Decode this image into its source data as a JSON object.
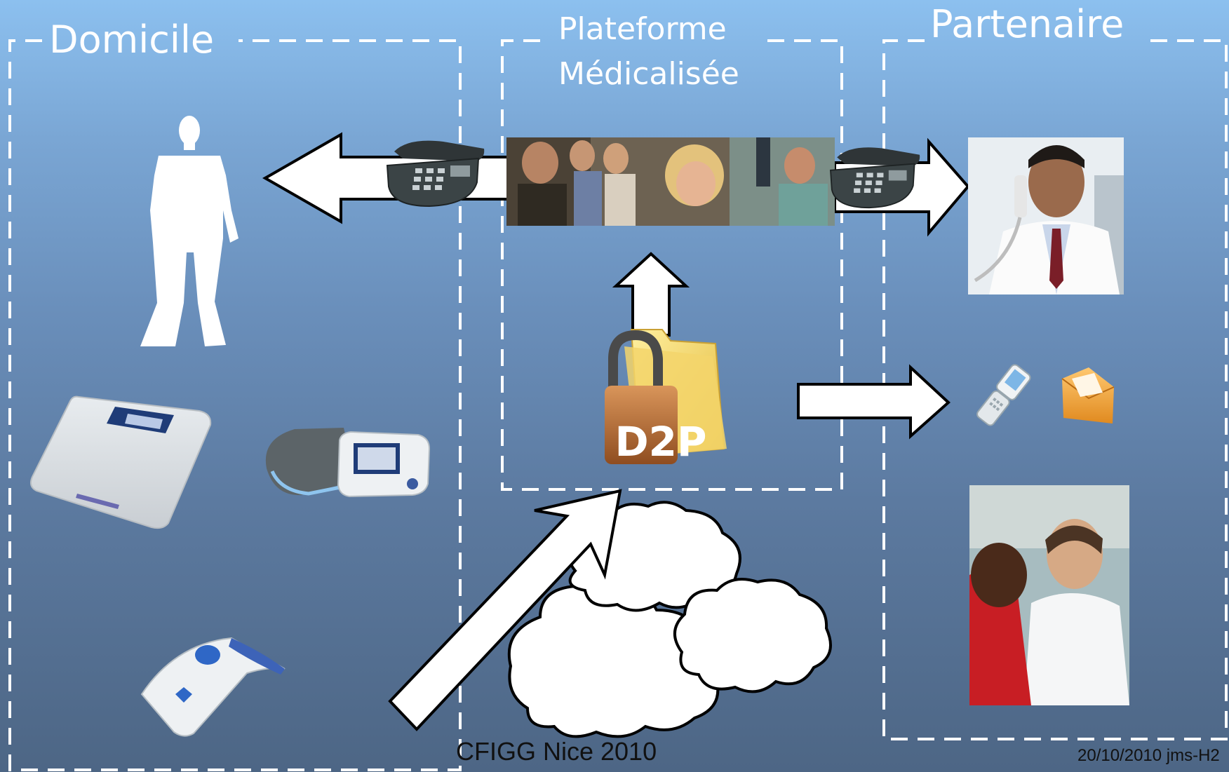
{
  "zones": {
    "domicile": {
      "title": "Domicile"
    },
    "plateforme": {
      "title_line1": "Plateforme",
      "title_line2": "Médicalisée"
    },
    "partenaire": {
      "title": "Partenaire"
    }
  },
  "folder_label": "D2P",
  "footer": {
    "event": "CFIGG Nice 2010",
    "date": "20/10/2010 jms-H2"
  },
  "icons": [
    "person-silhouette-icon",
    "phone-icon",
    "call-center-photo",
    "doctor-photo",
    "secure-folder-icon",
    "scale-icon",
    "blood-pressure-monitor-icon",
    "alarm-button-icon",
    "mobile-phone-icon",
    "envelope-icon",
    "cloud-icon",
    "nurse-photo"
  ],
  "colors": {
    "background_top": "#8cc0ef",
    "background_bottom": "#4d6685",
    "zone_border": "#ffffff",
    "arrow_fill": "#ffffff",
    "arrow_stroke": "#000000"
  }
}
